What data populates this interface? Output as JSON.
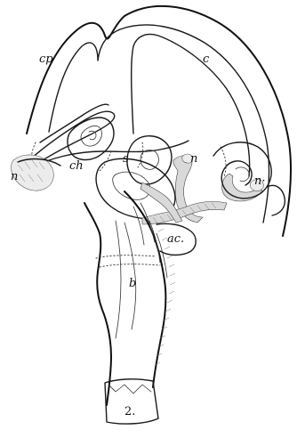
{
  "figure": {
    "labels": {
      "cp": "cp",
      "c": "c",
      "ch": "ch",
      "s": "s",
      "n_left": "n",
      "n_mid": "n",
      "n_right": "n·",
      "ac": "ac.",
      "b": "b",
      "figure_number": "2."
    }
  }
}
